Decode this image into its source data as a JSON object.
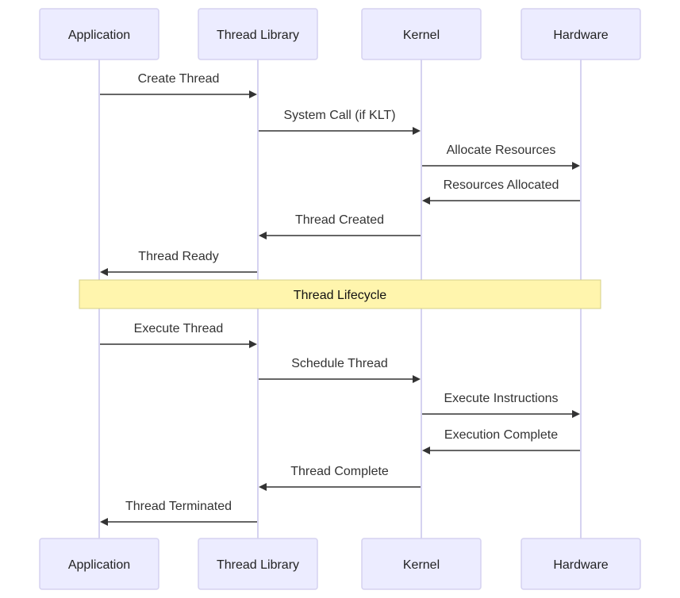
{
  "participants": [
    {
      "id": "app",
      "label": "Application"
    },
    {
      "id": "lib",
      "label": "Thread Library"
    },
    {
      "id": "kernel",
      "label": "Kernel"
    },
    {
      "id": "hw",
      "label": "Hardware"
    }
  ],
  "messages": [
    {
      "from": "app",
      "to": "lib",
      "label": "Create Thread"
    },
    {
      "from": "lib",
      "to": "kernel",
      "label": "System Call (if KLT)"
    },
    {
      "from": "kernel",
      "to": "hw",
      "label": "Allocate Resources"
    },
    {
      "from": "hw",
      "to": "kernel",
      "label": "Resources Allocated"
    },
    {
      "from": "kernel",
      "to": "lib",
      "label": "Thread Created"
    },
    {
      "from": "lib",
      "to": "app",
      "label": "Thread Ready"
    },
    {
      "from": "app",
      "to": "lib",
      "label": "Execute Thread"
    },
    {
      "from": "lib",
      "to": "kernel",
      "label": "Schedule Thread"
    },
    {
      "from": "kernel",
      "to": "hw",
      "label": "Execute Instructions"
    },
    {
      "from": "hw",
      "to": "kernel",
      "label": "Execution Complete"
    },
    {
      "from": "kernel",
      "to": "lib",
      "label": "Thread Complete"
    },
    {
      "from": "lib",
      "to": "app",
      "label": "Thread Terminated"
    }
  ],
  "note": {
    "label": "Thread Lifecycle",
    "after_message": 6
  }
}
